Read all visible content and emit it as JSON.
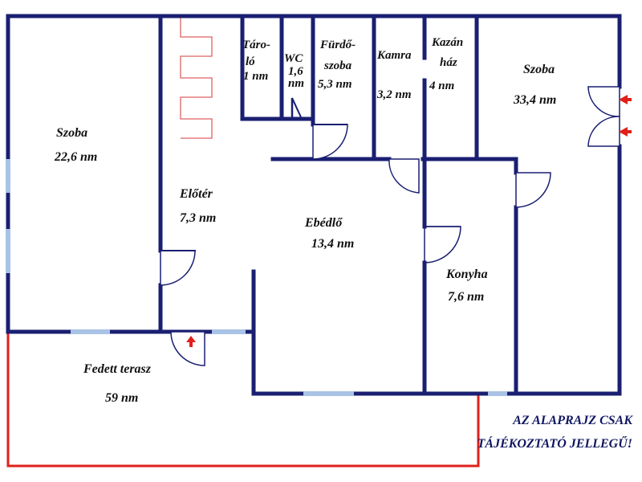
{
  "rooms": [
    {
      "id": "szoba-left",
      "name": "Szoba",
      "area": "22,6 nm"
    },
    {
      "id": "eloter",
      "name": "Előtér",
      "area": "7,3 nm"
    },
    {
      "id": "tarolo",
      "name_l1": "Táro-",
      "name_l2": "ló",
      "area": "1 nm"
    },
    {
      "id": "wc",
      "name": "WC",
      "area_l1": "1,6",
      "area_l2": "nm"
    },
    {
      "id": "furdoszoba",
      "name_l1": "Fürdő-",
      "name_l2": "szoba",
      "area": "5,3 nm"
    },
    {
      "id": "kamra",
      "name": "Kamra",
      "area": "3,2 nm"
    },
    {
      "id": "kazanhaz",
      "name_l1": "Kazán",
      "name_l2": "ház",
      "area": "4 nm"
    },
    {
      "id": "szoba-right",
      "name": "Szoba",
      "area": "33,4 nm"
    },
    {
      "id": "ebedlo",
      "name": "Ebédlő",
      "area": "13,4 nm"
    },
    {
      "id": "konyha",
      "name": "Konyha",
      "area": "7,6 nm"
    },
    {
      "id": "terasz",
      "name": "Fedett terasz",
      "area": "59 nm"
    }
  ],
  "disclaimer": {
    "line1": "AZ ALAPRAJZ CSAK",
    "line2": "TÁJÉKOZTATÓ JELLEGŰ!"
  },
  "colors": {
    "wall": "#1a1f71",
    "window": "#a9c3e6",
    "terrace_outline": "#e0201b",
    "radiator": "#e06060",
    "entry_arrow": "#e0201b"
  }
}
